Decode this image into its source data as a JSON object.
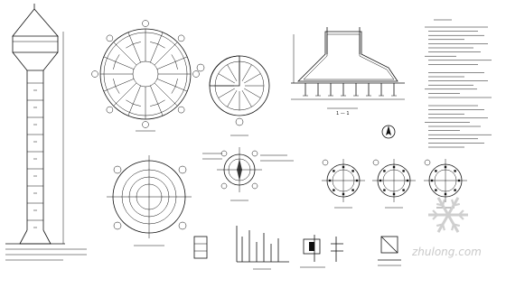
{
  "drawing": {
    "section_label": "1 — 1",
    "watermark_site": "zhulong.com",
    "notes_lines": 28
  },
  "icons": {
    "watermark": "snowflake-logo-icon",
    "north_arrow": "north-arrow-icon"
  },
  "colors": {
    "line": "#111111",
    "paper": "#ffffff",
    "watermark": "#c9c9c9"
  }
}
